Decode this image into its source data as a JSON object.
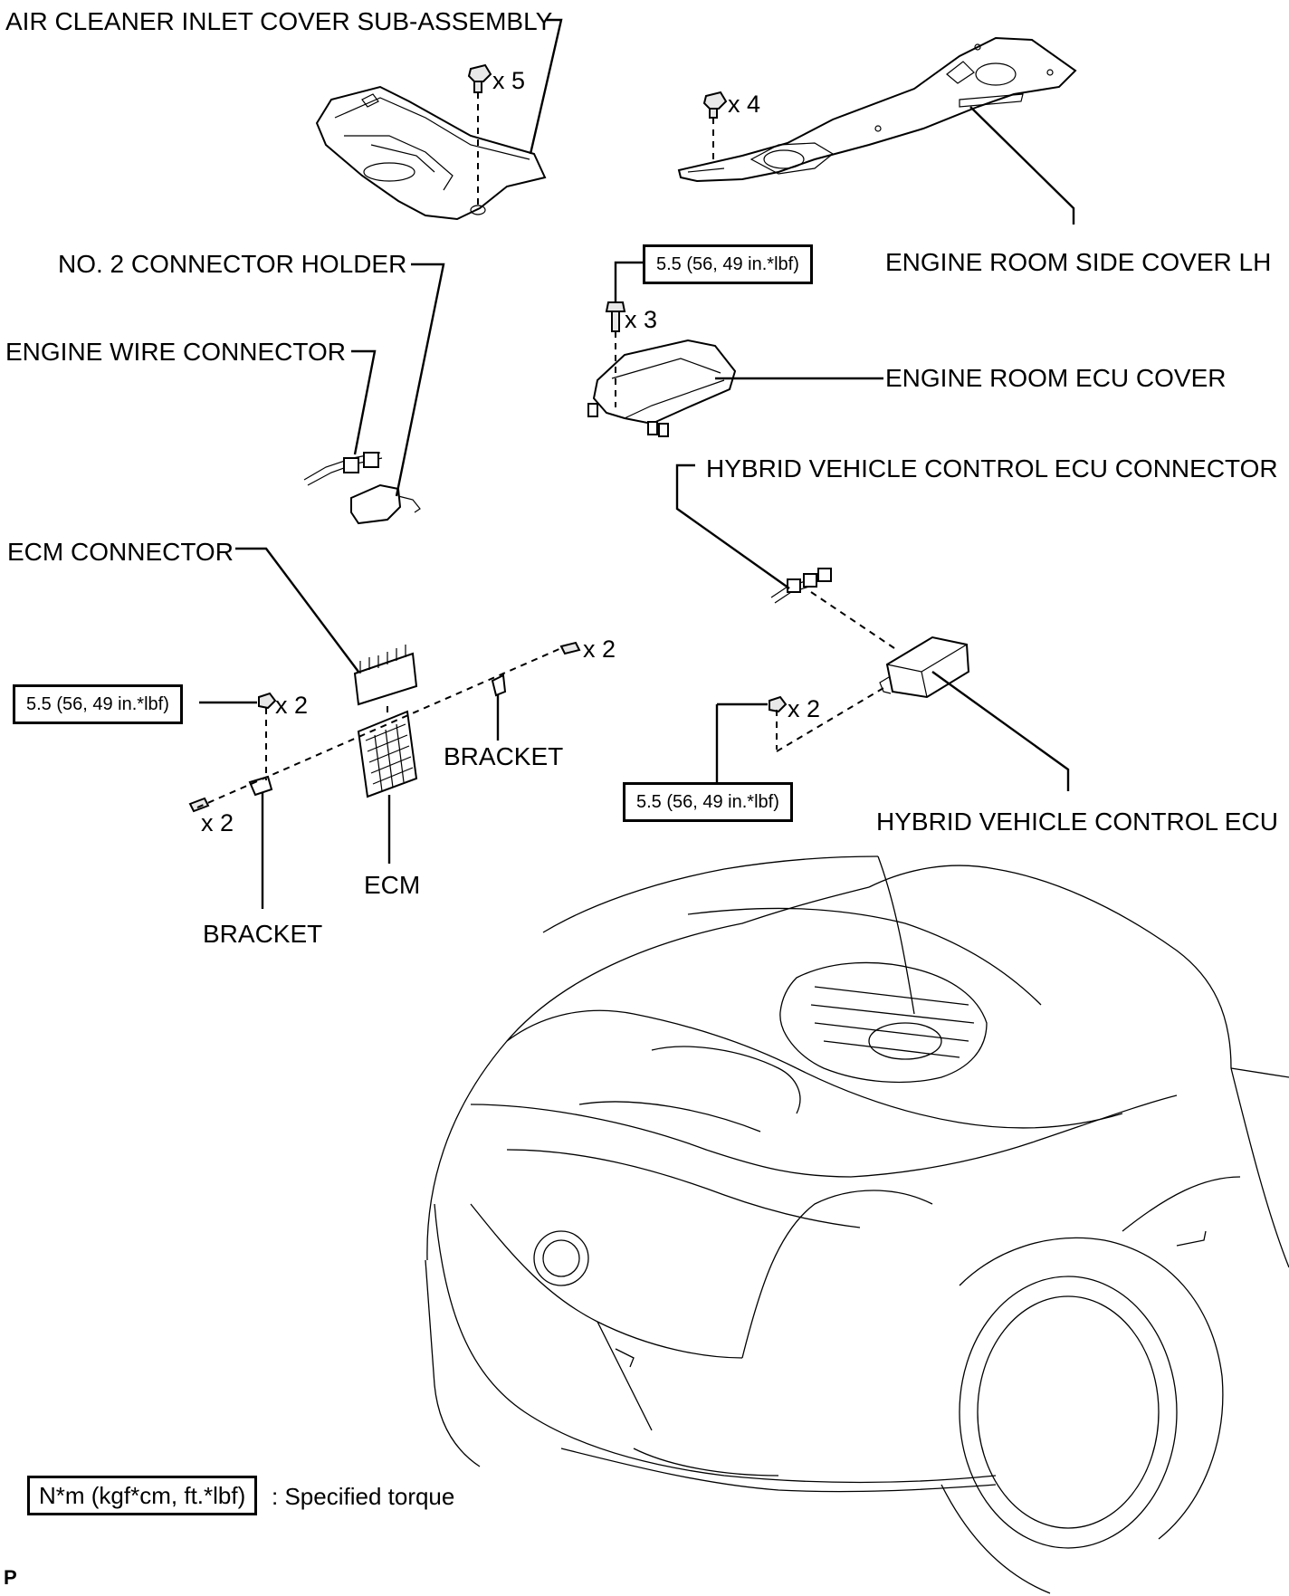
{
  "labels": {
    "air_cleaner": "AIR CLEANER INLET COVER SUB-ASSEMBLY",
    "engine_room_side_cover": "ENGINE ROOM SIDE COVER LH",
    "no2_connector_holder": "NO. 2 CONNECTOR HOLDER",
    "engine_wire_connector": "ENGINE WIRE CONNECTOR",
    "engine_room_ecu_cover": "ENGINE ROOM ECU COVER",
    "hv_ecu_connector": "HYBRID VEHICLE CONTROL ECU CONNECTOR",
    "ecm_connector": "ECM CONNECTOR",
    "bracket_right": "BRACKET",
    "bracket_left": "BRACKET",
    "ecm": "ECM",
    "hv_ecu": "HYBRID VEHICLE CONTROL ECU"
  },
  "quantities": {
    "clip_air_cleaner": "x 5",
    "clip_side_cover": "x 4",
    "bolt_ecu_cover": "x 3",
    "bolt_bracket_right": "x 2",
    "nut_ecm": "x 2",
    "bolt_bracket_left": "x 2",
    "nut_hv_ecu": "x 2"
  },
  "torques": {
    "ecu_cover": "5.5 (56, 49 in.*lbf)",
    "ecm": "5.5 (56, 49 in.*lbf)",
    "hv_ecu": "5.5 (56, 49 in.*lbf)"
  },
  "legend": {
    "unit_box": "N*m (kgf*cm, ft.*lbf)",
    "description": ": Specified torque"
  },
  "corner_mark": "P"
}
